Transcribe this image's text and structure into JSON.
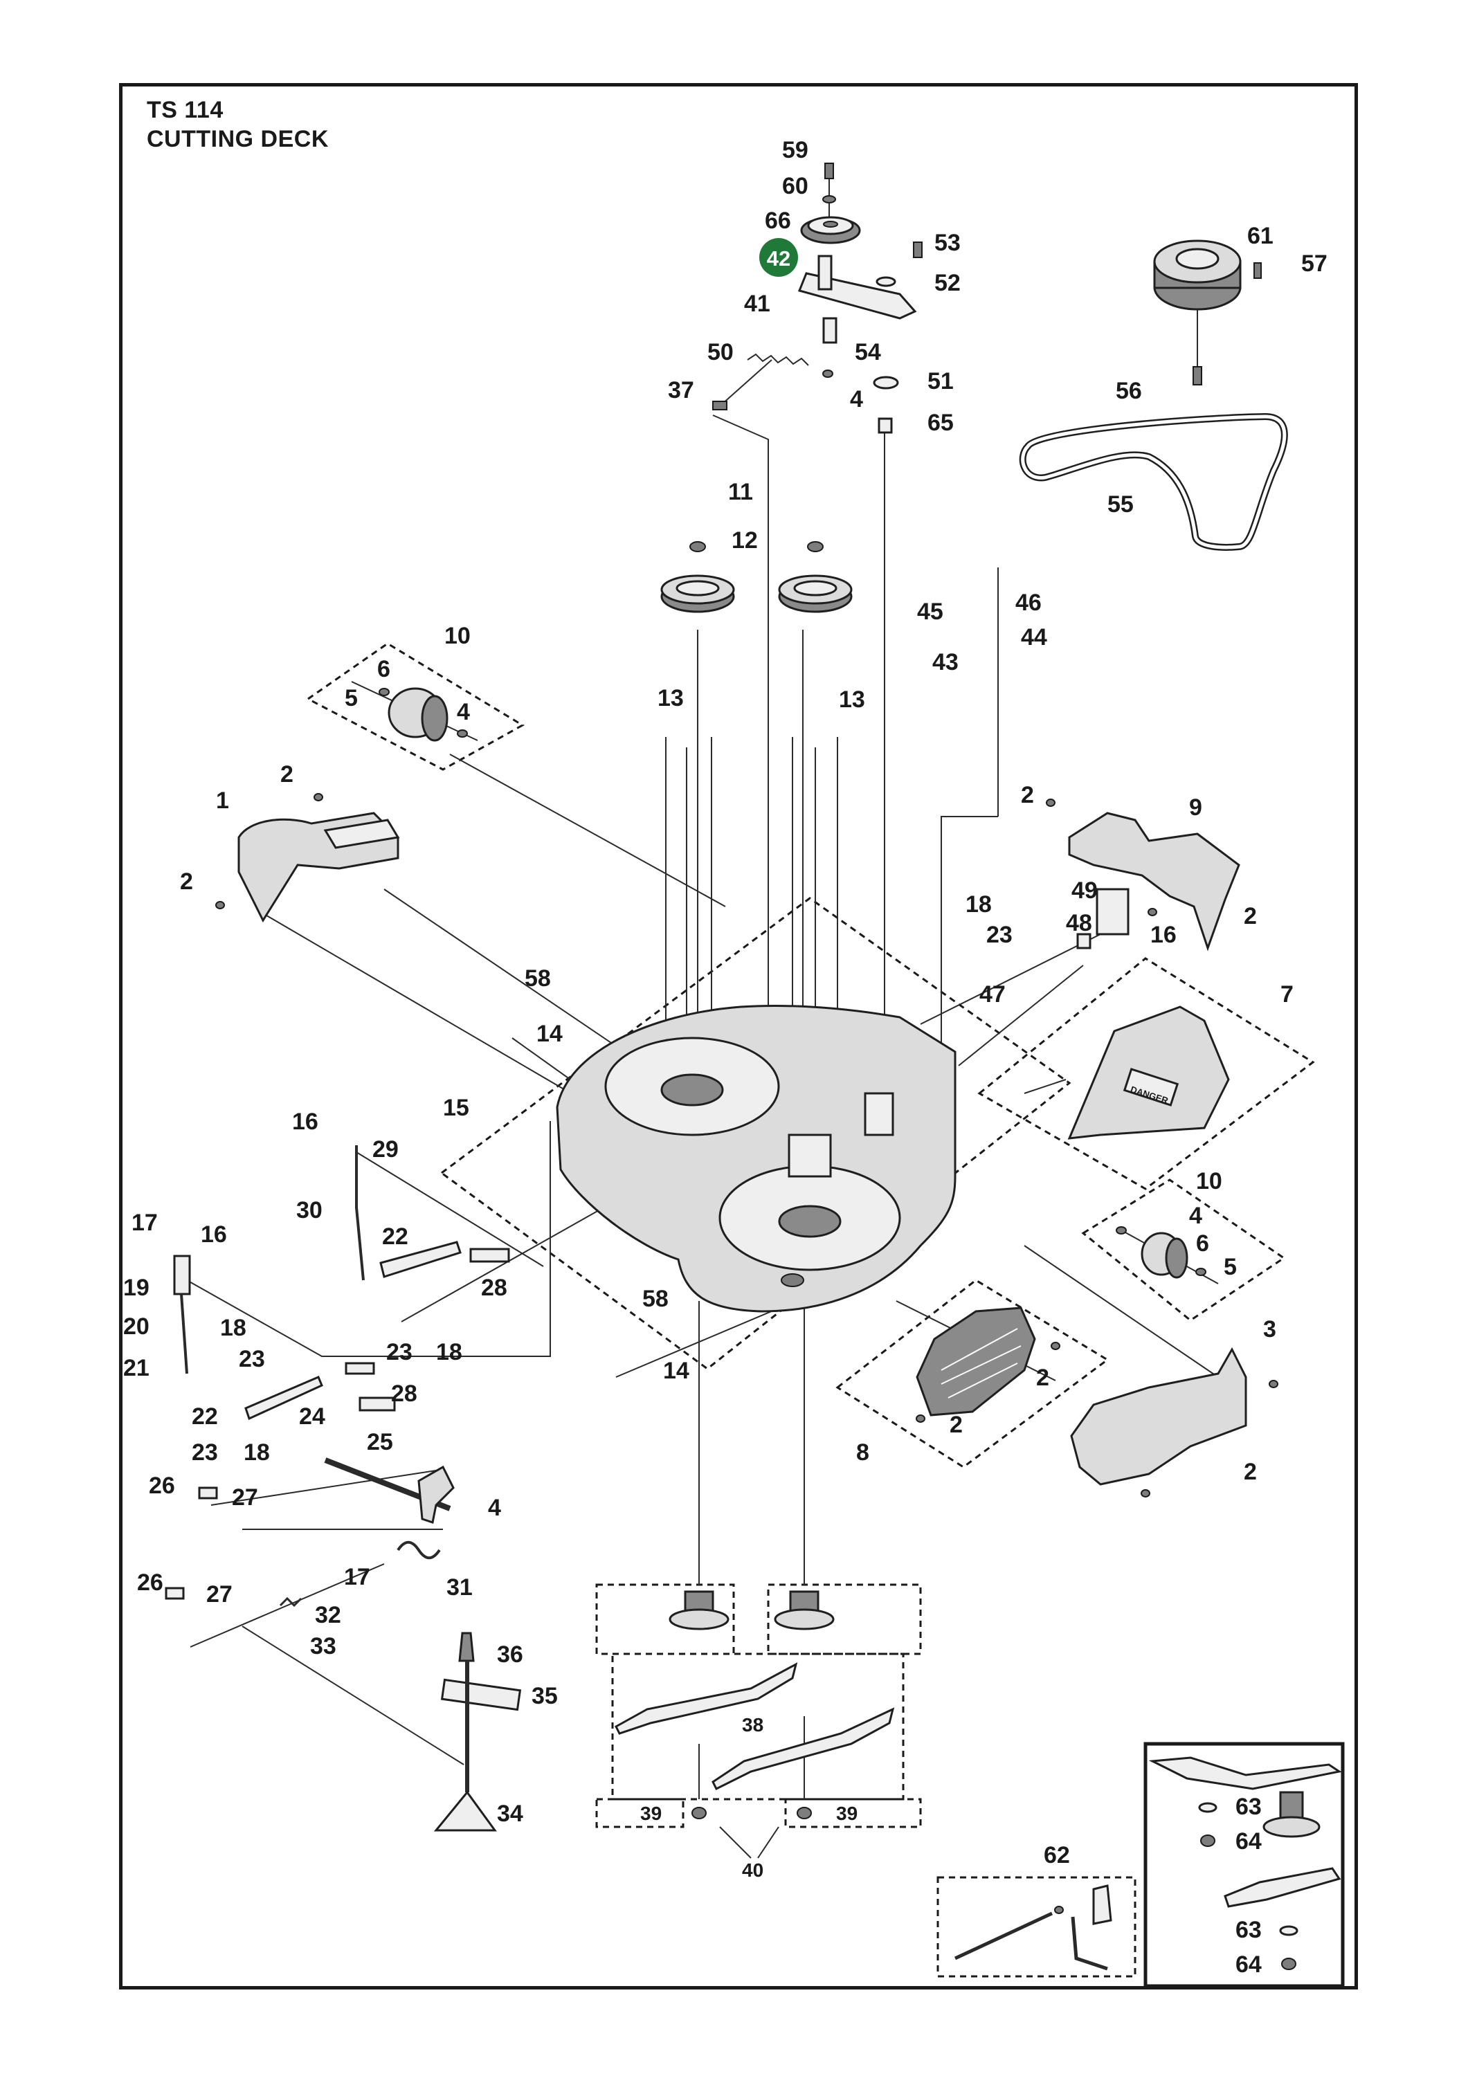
{
  "title": {
    "model": "TS 114",
    "section": "CUTTING DECK"
  },
  "highlight": {
    "part": "42",
    "color": "#1f7a3a"
  },
  "colors": {
    "frame": "#1a1a1a",
    "part_fill": "#dcdcdc",
    "hardware": "#7d7d7d"
  },
  "parts": {
    "p1": "1",
    "p2": "2",
    "p3": "3",
    "p4": "4",
    "p5": "5",
    "p6": "6",
    "p7": "7",
    "p8": "8",
    "p9": "9",
    "p10": "10",
    "p11": "11",
    "p12": "12",
    "p13": "13",
    "p14": "14",
    "p15": "15",
    "p16": "16",
    "p17": "17",
    "p18": "18",
    "p19": "19",
    "p20": "20",
    "p21": "21",
    "p22": "22",
    "p23": "23",
    "p24": "24",
    "p25": "25",
    "p26": "26",
    "p27": "27",
    "p28": "28",
    "p29": "29",
    "p30": "30",
    "p31": "31",
    "p32": "32",
    "p33": "33",
    "p34": "34",
    "p35": "35",
    "p36": "36",
    "p37": "37",
    "p38": "38",
    "p39": "39",
    "p40": "40",
    "p41": "41",
    "p43": "43",
    "p44": "44",
    "p45": "45",
    "p46": "46",
    "p47": "47",
    "p48": "48",
    "p49": "49",
    "p50": "50",
    "p51": "51",
    "p52": "52",
    "p53": "53",
    "p54": "54",
    "p55": "55",
    "p56": "56",
    "p57": "57",
    "p58": "58",
    "p59": "59",
    "p60": "60",
    "p61": "61",
    "p62": "62",
    "p63": "63",
    "p64": "64",
    "p65": "65",
    "p66": "66"
  },
  "decal_text": "DANGER"
}
